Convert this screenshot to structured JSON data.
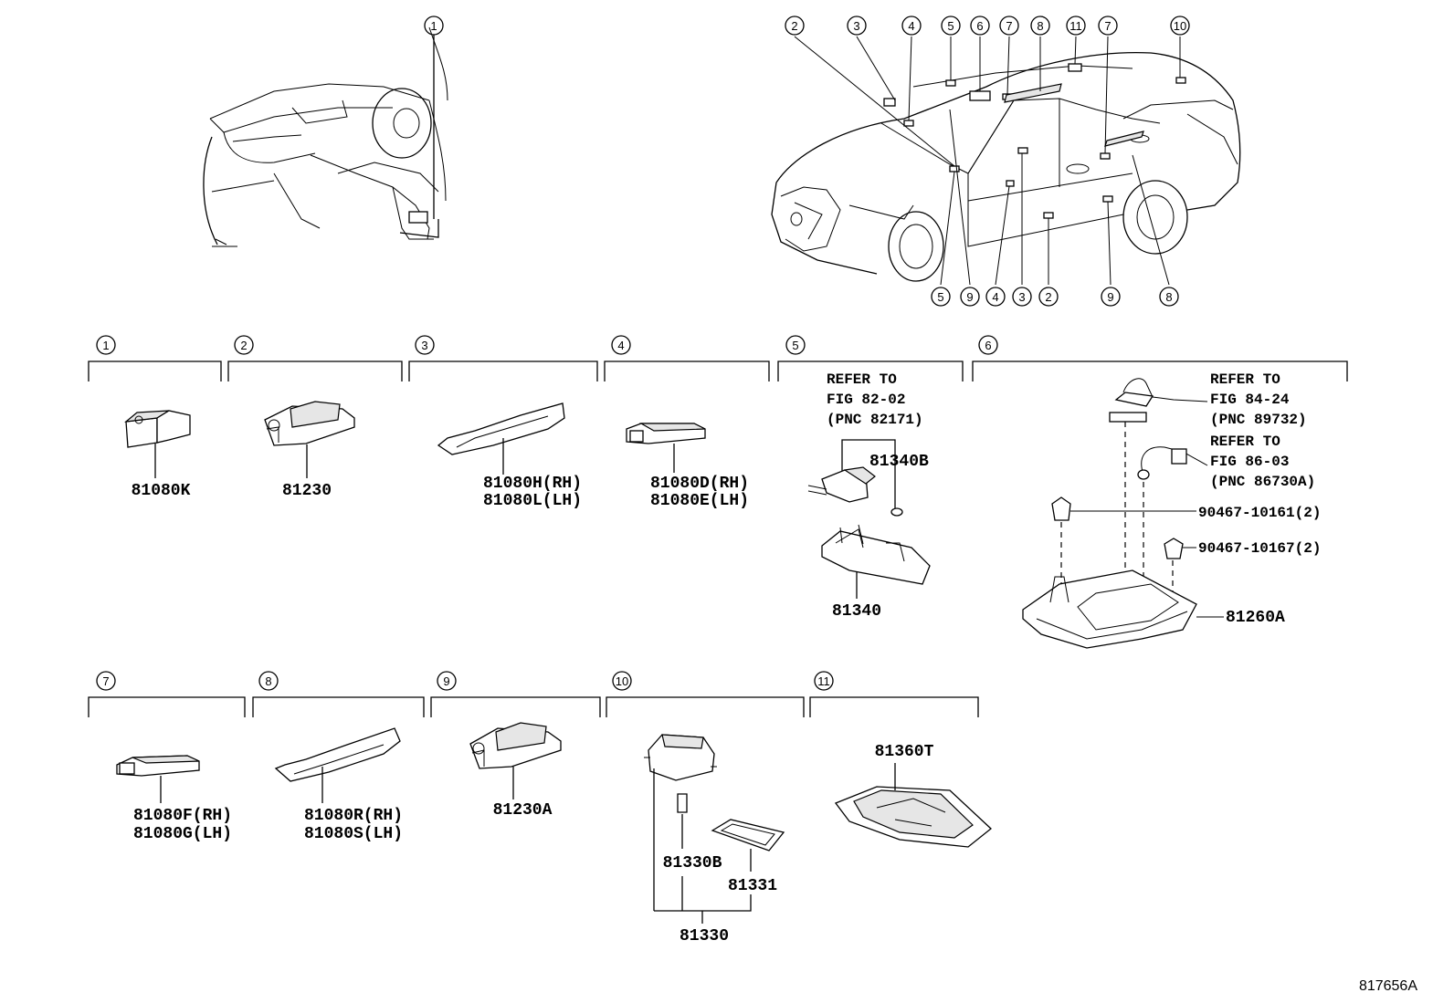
{
  "figure_code": "817656A",
  "callout_numbers": [
    "1",
    "2",
    "3",
    "4",
    "5",
    "6",
    "7",
    "8",
    "9",
    "10",
    "11"
  ],
  "sections": [
    {
      "num": "1",
      "parts": [
        "81080K"
      ]
    },
    {
      "num": "2",
      "parts": [
        "81230"
      ]
    },
    {
      "num": "3",
      "parts": [
        "81080H(RH)",
        "81080L(LH)"
      ]
    },
    {
      "num": "4",
      "parts": [
        "81080D(RH)",
        "81080E(LH)"
      ]
    },
    {
      "num": "5",
      "refer": [
        "REFER TO",
        "FIG 82-02",
        "(PNC 82171)"
      ],
      "parts": [
        "81340B",
        "81340"
      ]
    },
    {
      "num": "6",
      "refer_a": [
        "REFER TO",
        "FIG 84-24",
        "(PNC 89732)"
      ],
      "refer_b": [
        "REFER TO",
        "FIG 86-03",
        "(PNC 86730A)"
      ],
      "parts": [
        "90467-10161(2)",
        "90467-10167(2)",
        "81260A"
      ]
    },
    {
      "num": "7",
      "parts": [
        "81080F(RH)",
        "81080G(LH)"
      ]
    },
    {
      "num": "8",
      "parts": [
        "81080R(RH)",
        "81080S(LH)"
      ]
    },
    {
      "num": "9",
      "parts": [
        "81230A"
      ]
    },
    {
      "num": "10",
      "parts": [
        "81330B",
        "81331",
        "81330"
      ]
    },
    {
      "num": "11",
      "parts": [
        "81360T"
      ]
    }
  ],
  "car_callouts_top": [
    "2",
    "3",
    "4",
    "5",
    "6",
    "7",
    "8",
    "11",
    "7",
    "10"
  ],
  "car_callouts_bottom": [
    "5",
    "9",
    "4",
    "3",
    "2",
    "9",
    "8"
  ]
}
